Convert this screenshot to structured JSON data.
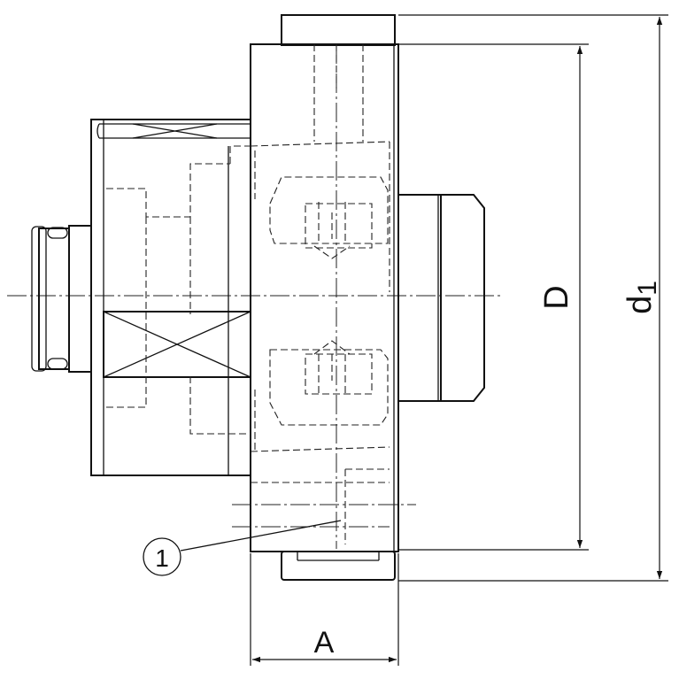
{
  "labels": {
    "dimension_A": "A",
    "dimension_D": "D",
    "dimension_d1_main": "d",
    "dimension_d1_sub": "1",
    "callout_1": "1"
  }
}
